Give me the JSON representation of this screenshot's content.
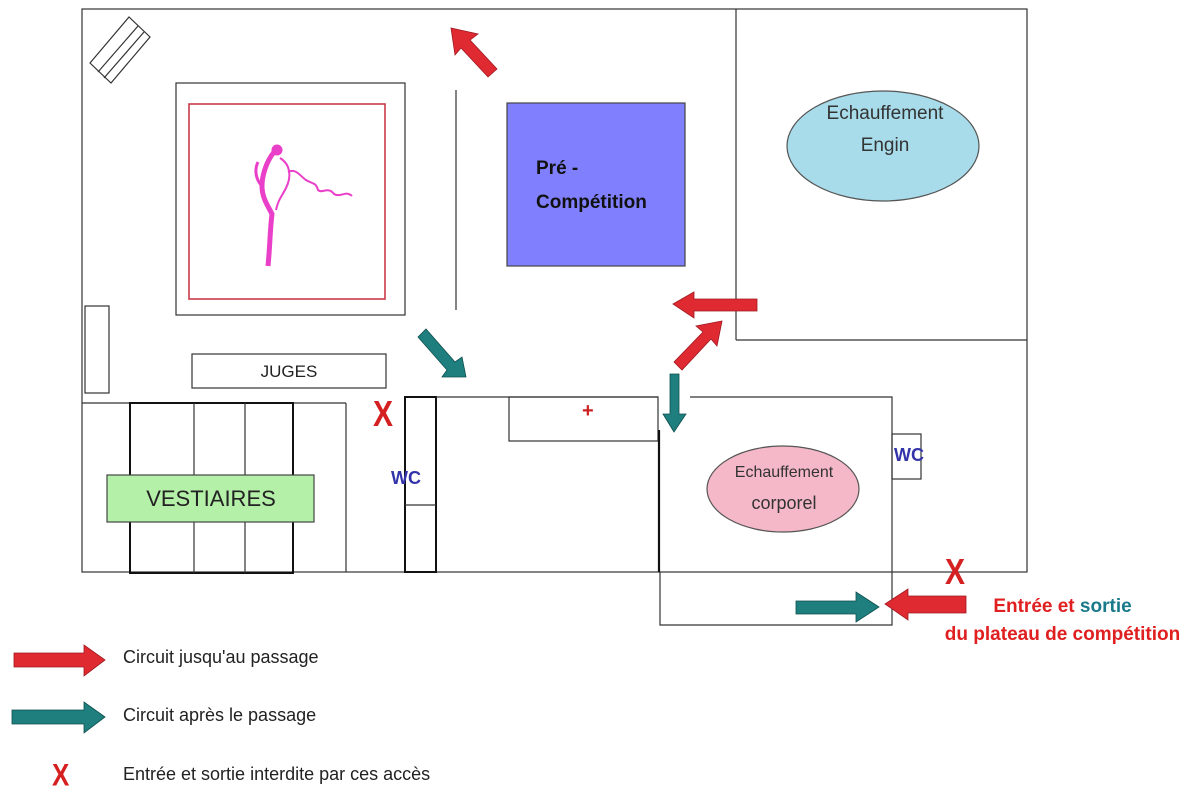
{
  "colors": {
    "red_arrow": "#e02a32",
    "teal_arrow": "#1f7f7f",
    "precompetition_fill": "#8080ff",
    "engin_ellipse": "#a8dcea",
    "corporel_ellipse": "#f5b8c8",
    "vestiaires_fill": "#b4f0a8",
    "gym_logo": "#ea3fc8",
    "forbidden_x": "#d42020"
  },
  "rooms": {
    "juges": "JUGES",
    "vestiaires": "VESTIAIRES",
    "precompetition": [
      "Pré -",
      "Compétition"
    ],
    "echauffement_engin": [
      "Echauffement",
      "Engin"
    ],
    "echauffement_corporel": [
      "Echauffement",
      "corporel"
    ],
    "wc": "WC",
    "first_aid": "+"
  },
  "entry_exit": {
    "line1_part1": "Entrée et",
    "line1_part2": "sortie",
    "line2": "du plateau de compétition"
  },
  "forbidden_mark": "X",
  "legend": [
    {
      "icon": "red-arrow",
      "text": "Circuit jusqu'au passage"
    },
    {
      "icon": "teal-arrow",
      "text": "Circuit après le passage"
    },
    {
      "icon": "red-x",
      "text": "Entrée et sortie interdite par ces accès"
    }
  ]
}
